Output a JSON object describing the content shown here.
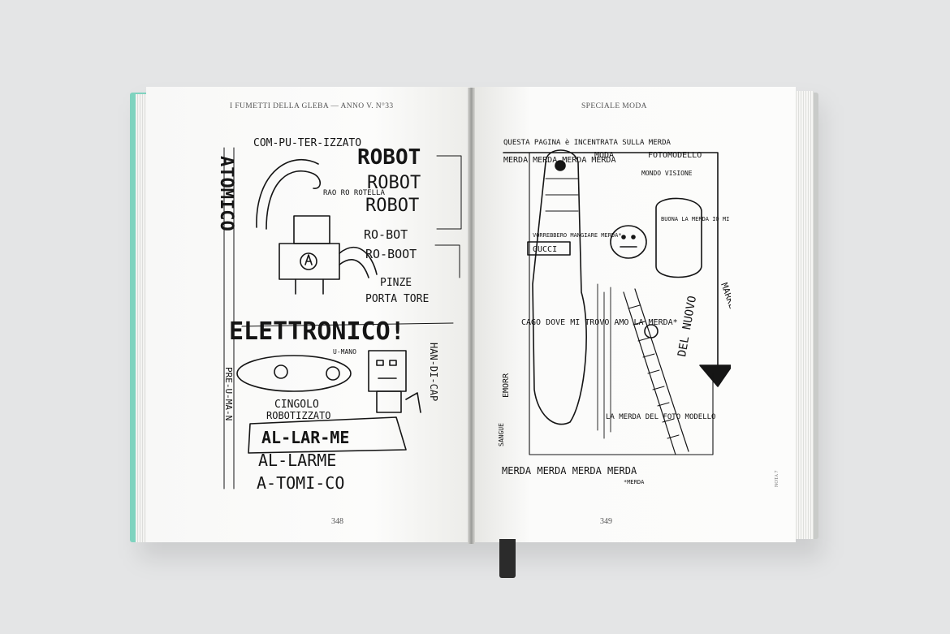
{
  "book": {
    "left_page": {
      "running_head": "I FUMETTI DELLA GLEBA — ANNO V. N°33",
      "page_number": "348",
      "drawing_words": {
        "computerizzato": "COM-PU-TER-IZZATO",
        "robot1": "ROBOT",
        "robot2": "ROBOT",
        "robot3": "ROBOT",
        "rao": "RAO RO ROTELLA",
        "roboot1": "RO-BOT",
        "roboot2": "RO-BOOT",
        "pinze": "PINZE",
        "portatore": "PORTA TORE",
        "atomico": "ATOMICO",
        "elettronico": "ELETTRONICO!",
        "umano": "U-MANO",
        "handicap": "HAN-DI-CAP",
        "cingolo": "CINGOLO",
        "robotizzato": "ROBOTIZZATO",
        "allarme1": "AL-LAR-ME",
        "allarme2": "AL-LARME",
        "atomico2": "A-TOMI-CO",
        "pre_umano": "PRE-U-MA-N"
      }
    },
    "right_page": {
      "running_head": "SPECIALE MODA",
      "page_number": "349",
      "side_note": "NOTA 7",
      "drawing_words": {
        "header": "QUESTA PAGINA è INCENTRATA SULLA MERDA",
        "moda": "MODA",
        "fotomodello": "FOTOMODELLO",
        "merda_list": "MERDA MERDA MERDA MERDA",
        "mondo_visione": "MONDO VISIONE",
        "buona": "BUONA LA MERDA IO MI NUTRO DI MERDA",
        "vorrebbero": "VORREBBERO MANGIARE MERDA*",
        "gucci": "GUCCI",
        "cago": "CAGO DOVE MI TROVO AMO LA MERDA*",
        "marketing": "MARKETING",
        "del_nuovo": "DEL NUOVO",
        "la_merda_del": "LA MERDA DEL FOTO MODELLO",
        "emorr": "EMORR",
        "sangue": "SANGUE",
        "bottom": "MERDA MERDA MERDA MERDA",
        "bottom_small": "*MERDA"
      }
    }
  }
}
